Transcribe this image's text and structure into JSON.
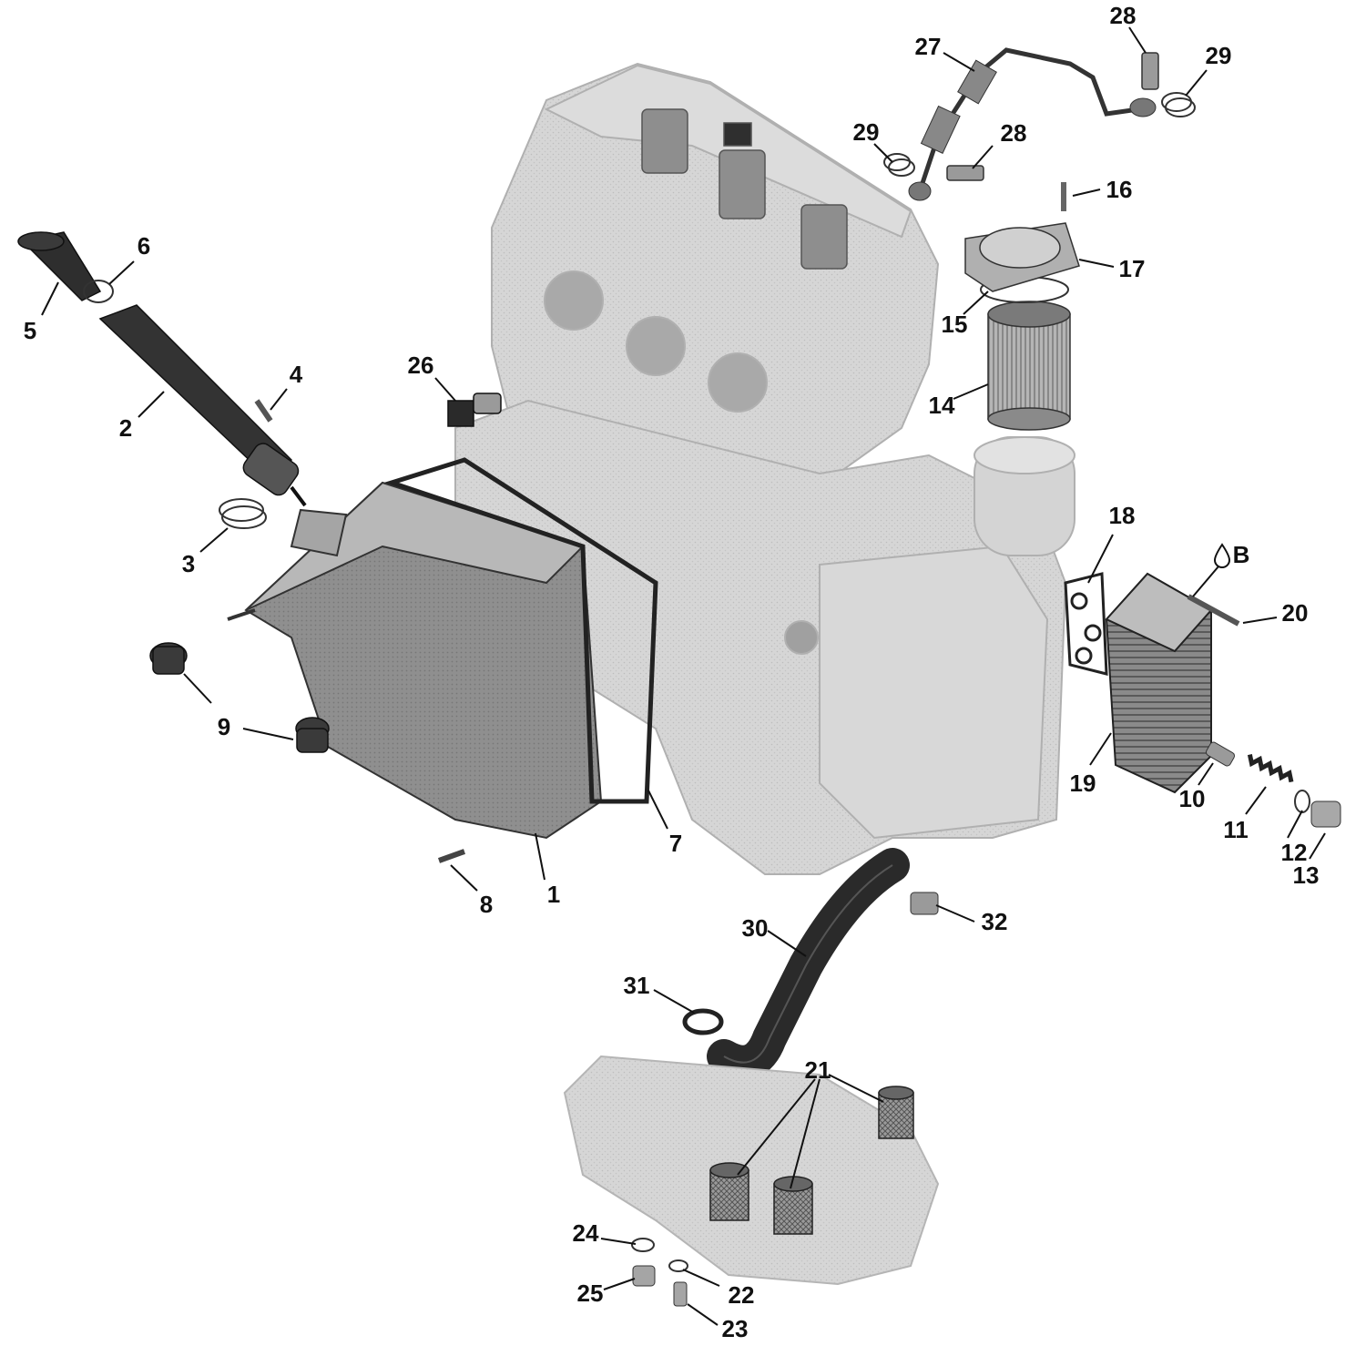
{
  "callouts": [
    {
      "label": "1"
    },
    {
      "label": "2"
    },
    {
      "label": "3"
    },
    {
      "label": "4"
    },
    {
      "label": "5"
    },
    {
      "label": "6"
    },
    {
      "label": "7"
    },
    {
      "label": "8"
    },
    {
      "label": "9"
    },
    {
      "label": "10"
    },
    {
      "label": "11"
    },
    {
      "label": "12"
    },
    {
      "label": "13"
    },
    {
      "label": "14"
    },
    {
      "label": "15"
    },
    {
      "label": "16"
    },
    {
      "label": "17"
    },
    {
      "label": "18"
    },
    {
      "label": "19"
    },
    {
      "label": "20"
    },
    {
      "label": "21"
    },
    {
      "label": "22"
    },
    {
      "label": "23"
    },
    {
      "label": "24"
    },
    {
      "label": "25"
    },
    {
      "label": "26"
    },
    {
      "label": "27"
    },
    {
      "label": "28"
    },
    {
      "label": "28"
    },
    {
      "label": "29"
    },
    {
      "label": "29"
    },
    {
      "label": "30"
    },
    {
      "label": "31"
    },
    {
      "label": "32"
    }
  ],
  "lubricant_callout": {
    "label": "B"
  },
  "colors": {
    "engine_gray": "#c9c9c9",
    "part_gray": "#9a9a9a",
    "dark_part": "#3a3a3a",
    "hose_black": "#2a2a2a",
    "outline": "#222222",
    "text": "#111111"
  }
}
